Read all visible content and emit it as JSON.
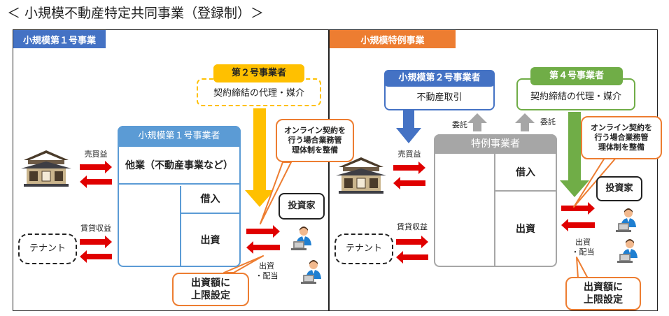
{
  "page_title": "＜ 小規模不動産特定共同事業（登録制）＞",
  "colors": {
    "blue": "#4472c4",
    "light_blue": "#5b9bd5",
    "orange": "#ed7d31",
    "gold": "#ffc000",
    "green": "#70ad47",
    "gray": "#9e9e9e",
    "red": "#e00000"
  },
  "left": {
    "tab": "小規模第１号事業",
    "operator2": {
      "header": "第２号事業者",
      "body": "契約締結の代理・媒介"
    },
    "main": {
      "header": "小規模第１号事業者",
      "other_business": "他業（不動産事業など）",
      "borrowing": "借入",
      "investment": "出資"
    },
    "sale_profit": "売買益",
    "rent_income": "賃貸収益",
    "tenant": "テナント",
    "online_callout": "オンライン契約を\n行う場合業務管\n理体制を整備",
    "investor": "投資家",
    "invest_dividend": "出資\n・配当",
    "limit_callout": "出資額に\n上限設定"
  },
  "right": {
    "tab": "小規模特例事業",
    "operator2": {
      "header": "小規模第２号事業者",
      "body": "不動産取引"
    },
    "operator4": {
      "header": "第４号事業者",
      "body": "契約締結の代理・媒介"
    },
    "entrust_left": "委託",
    "entrust_right": "委託",
    "main": {
      "header": "特例事業者",
      "borrowing": "借入",
      "investment": "出資"
    },
    "sale_profit": "売買益",
    "rent_income": "賃貸収益",
    "tenant": "テナント",
    "online_callout": "オンライン契約を\n行う場合業務管\n理体制を整備",
    "investor": "投資家",
    "invest_dividend": "出資\n・配当",
    "limit_callout": "出資額に\n上限設定"
  },
  "icons": [
    "house-icon",
    "investor-person-icon",
    "laptop-icon"
  ]
}
